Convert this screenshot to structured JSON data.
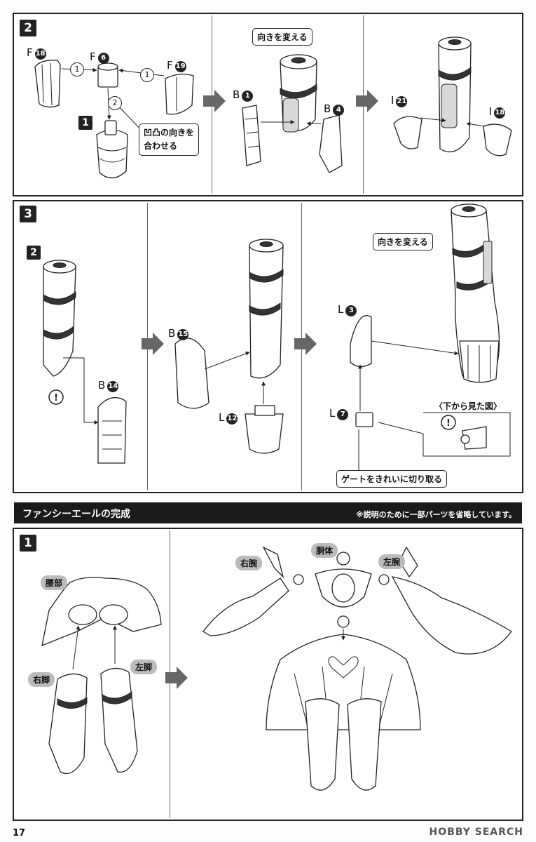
{
  "page_number": "17",
  "watermark": "HOBBY SEARCH",
  "step2": {
    "badge": "2",
    "sub_badge": "1",
    "labels": {
      "f18": {
        "letter": "F",
        "num": "18"
      },
      "f6": {
        "letter": "F",
        "num": "6"
      },
      "f19": {
        "letter": "F",
        "num": "19"
      },
      "b1": {
        "letter": "B",
        "num": "1"
      },
      "b4": {
        "letter": "B",
        "num": "4"
      },
      "i21": {
        "letter": "I",
        "num": "21"
      },
      "i18": {
        "letter": "I",
        "num": "18"
      }
    },
    "sequence": [
      "1",
      "1",
      "2"
    ],
    "callout_align": "凹凸の向きを\n合わせる",
    "callout_turn": "向きを変える"
  },
  "step3": {
    "badge": "3",
    "sub_badge": "2",
    "labels": {
      "b14": {
        "letter": "B",
        "num": "14"
      },
      "b15": {
        "letter": "B",
        "num": "15"
      },
      "l12": {
        "letter": "L",
        "num": "12"
      },
      "l3": {
        "letter": "L",
        "num": "3"
      },
      "l7": {
        "letter": "L",
        "num": "7"
      }
    },
    "callout_turn": "向きを変える",
    "callout_bottom_view": "〈下から見た図〉",
    "callout_gate": "ゲートをきれいに切り取る",
    "warning_mark": "!"
  },
  "completion": {
    "title": "ファンシーエールの完成",
    "note": "※説明のために一部パーツを省略しています。",
    "badge": "1",
    "labels": {
      "waist": "腰部",
      "right_leg": "右脚",
      "left_leg": "左脚",
      "right_arm": "右腕",
      "torso": "胴体",
      "left_arm": "左腕"
    }
  }
}
